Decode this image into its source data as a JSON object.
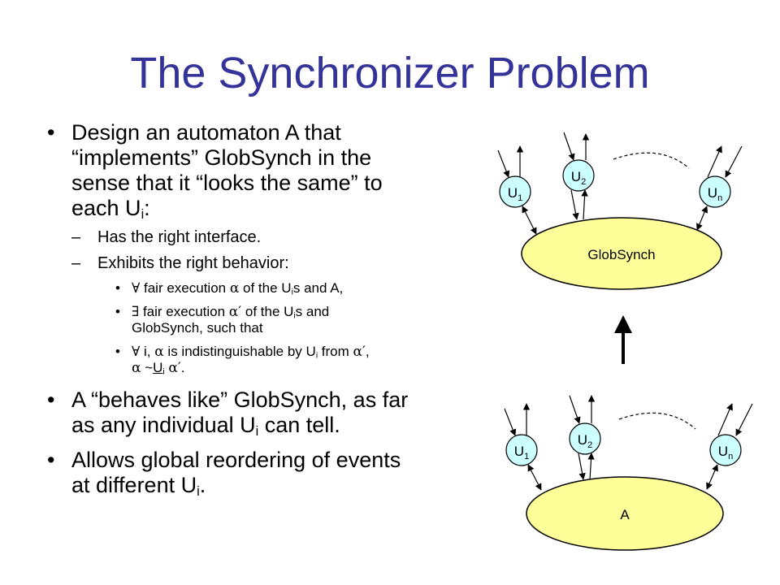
{
  "slide": {
    "title": "The Synchronizer Problem",
    "bullet1": {
      "line1": "Design an automaton A that",
      "line2": "“implements” GlobSynch in the",
      "line3": "sense that it “looks the same” to",
      "line4_pre": "each U",
      "line4_sub": "i",
      "line4_post": ":"
    },
    "sub1": "Has the right interface.",
    "sub2": "Exhibits the right behavior:",
    "forall_sym": "∀",
    "exists_sym": "∃",
    "alpha_sym": "α",
    "alpha_prime": "α′",
    "s1": {
      "t1": " fair execution ",
      "t2": " of the U",
      "sub": "i",
      "t3": "s and A,"
    },
    "s2": {
      "t1": " fair execution ",
      "t2": " of the U",
      "sub": "i",
      "t3": "s and",
      "line2": "GlobSynch, such that"
    },
    "s3": {
      "t1": " i, ",
      "t2": " is indistinguishable by U",
      "sub": "i",
      "t3": " from ",
      "t4": ",",
      "l2_t1": " ~",
      "l2_u": "U",
      "l2_sub": "i",
      "l2_t2": " ",
      "l2_end": "."
    },
    "bullet2": {
      "line1": "A “behaves like” GlobSynch, as far",
      "line2_pre": "as any individual U",
      "line2_sub": "i",
      "line2_post": " can tell."
    },
    "bullet3": {
      "line1": "Allows global reordering of events",
      "line2_pre": "at different U",
      "line2_sub": "i",
      "line2_post": "."
    },
    "bullet_char": "•",
    "dash_char": "–"
  },
  "diagram": {
    "top_ellipse_label": "GlobSynch",
    "bottom_ellipse_label": "A",
    "node_u": "U",
    "node1_sub": "1",
    "node2_sub": "2",
    "noden_sub": "n",
    "ellipse_fill": "#ffff99",
    "node_fill": "#ccffff"
  }
}
